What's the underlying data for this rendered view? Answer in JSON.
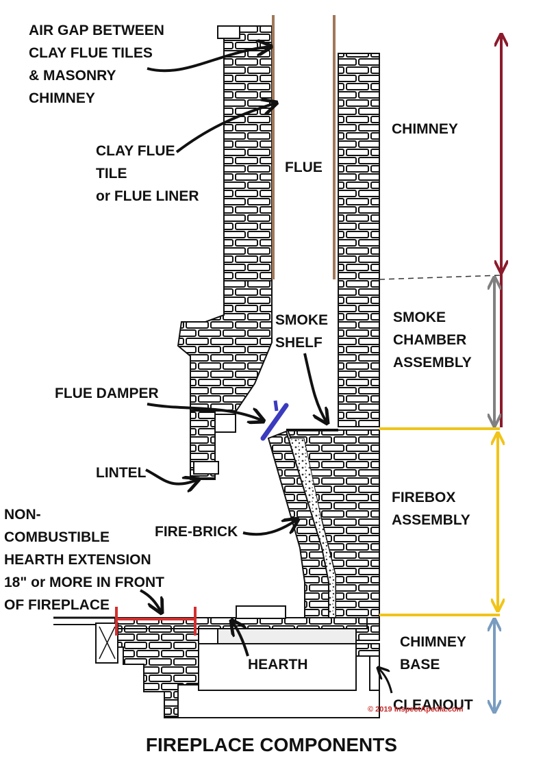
{
  "title": "FIREPLACE COMPONENTS",
  "copyright": "© 2019 InspectApedia.com",
  "labels": {
    "air_gap": [
      "AIR GAP BETWEEN",
      "CLAY FLUE TILES",
      "& MASONRY",
      "CHIMNEY"
    ],
    "clay_flue_tile": [
      "CLAY FLUE",
      "TILE",
      "or FLUE LINER"
    ],
    "flue": "FLUE",
    "chimney": "CHIMNEY",
    "smoke_shelf": [
      "SMOKE",
      "SHELF"
    ],
    "smoke_chamber": [
      "SMOKE",
      "CHAMBER",
      "ASSEMBLY"
    ],
    "flue_damper": "FLUE DAMPER",
    "lintel": "LINTEL",
    "firebox": [
      "FIREBOX",
      "ASSEMBLY"
    ],
    "hearth_extension": [
      "NON-",
      "COMBUSTIBLE",
      "HEARTH EXTENSION",
      "18\" or MORE IN FRONT",
      "OF FIREPLACE"
    ],
    "fire_brick": "FIRE-BRICK",
    "chimney_base": [
      "CHIMNEY",
      "BASE"
    ],
    "hearth": "HEARTH",
    "cleanout": "CLEANOUT"
  },
  "colors": {
    "chimney_arrow": "#8b1a2b",
    "smoke_chamber_arrow": "#808080",
    "firebox_arrow": "#f0c419",
    "chimney_base_arrow": "#7a9cc0",
    "damper": "#3b3bbf",
    "hearth_extension_marker": "#d32f2f",
    "flue_liner": "#a0785a",
    "outline": "#111111"
  }
}
